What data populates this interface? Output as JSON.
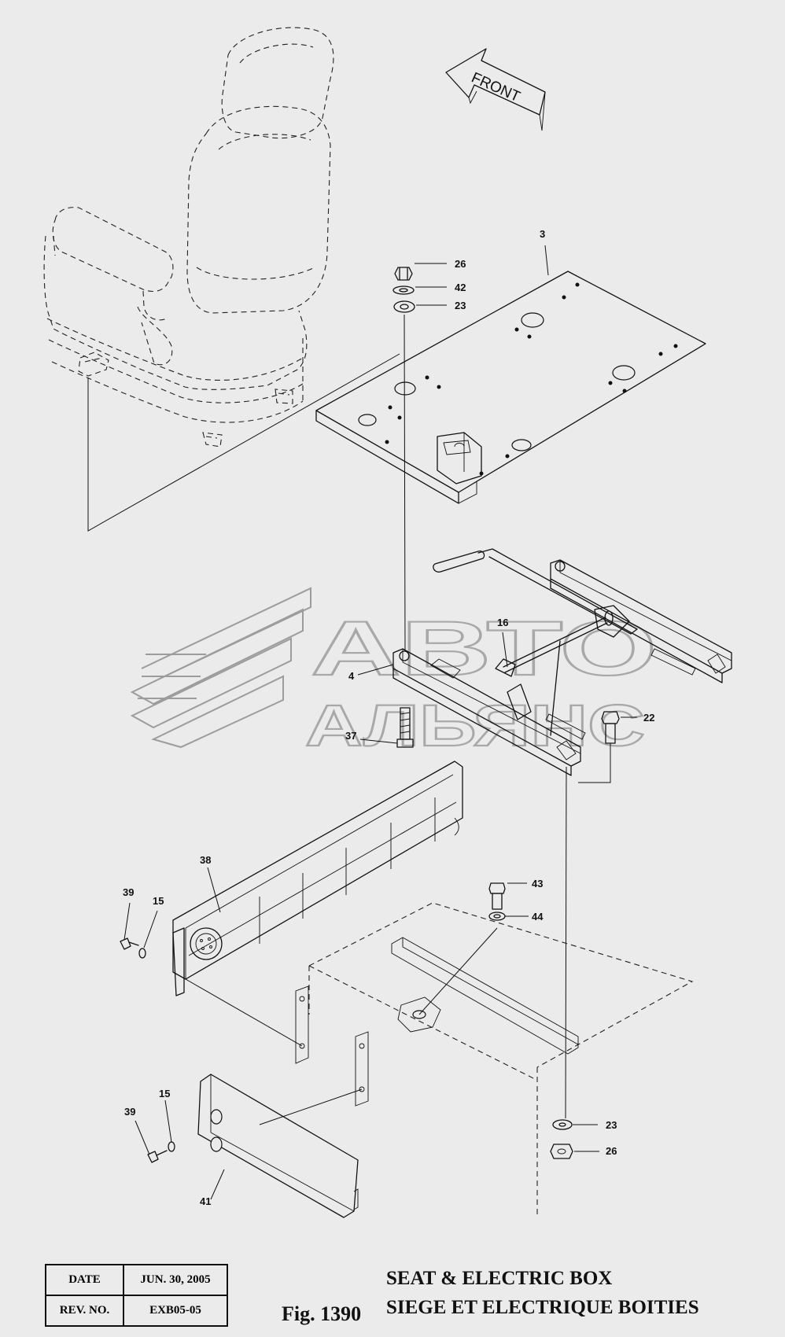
{
  "front_label": "FRONT",
  "callouts": {
    "c3": "3",
    "c26a": "26",
    "c42": "42",
    "c23a": "23",
    "c16": "16",
    "c4": "4",
    "c22": "22",
    "c37": "37",
    "c38": "38",
    "c39a": "39",
    "c15a": "15",
    "c43": "43",
    "c44": "44",
    "c23b": "23",
    "c26b": "26",
    "c15b": "15",
    "c39b": "39",
    "c41": "41"
  },
  "watermark": {
    "line1": "АВТО",
    "line2": "АЛЬЯНС"
  },
  "info": {
    "date_label": "DATE",
    "date_value": "JUN. 30, 2005",
    "rev_label": "REV. NO.",
    "rev_value": "EXB05-05"
  },
  "figure": {
    "number": "Fig. 1390",
    "title_en": "SEAT & ELECTRIC BOX",
    "title_fr": "SIEGE ET ELECTRIQUE BOITIES"
  }
}
